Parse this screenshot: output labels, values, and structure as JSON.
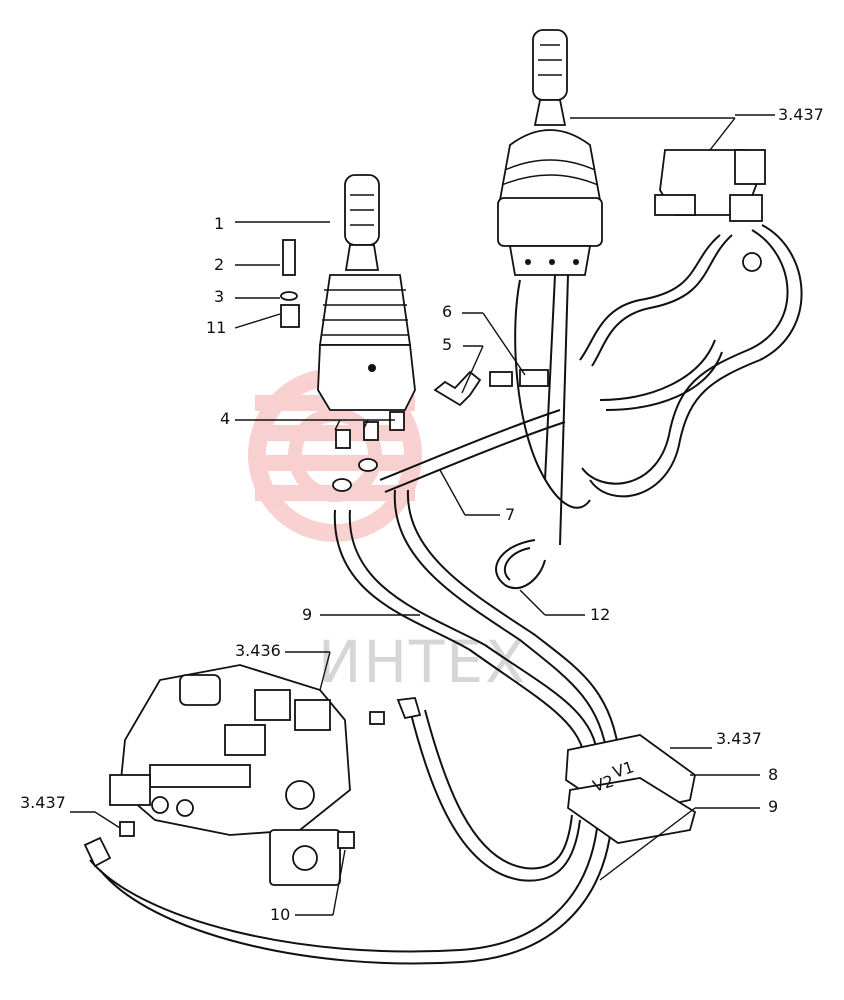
{
  "watermark": {
    "text": "ИНТЕХ",
    "color": "#f07a7a"
  },
  "callouts": [
    {
      "id": "c1",
      "text": "1"
    },
    {
      "id": "c2",
      "text": "2"
    },
    {
      "id": "c3",
      "text": "3"
    },
    {
      "id": "c11",
      "text": "11"
    },
    {
      "id": "c4",
      "text": "4"
    },
    {
      "id": "c5",
      "text": "5"
    },
    {
      "id": "c6",
      "text": "6"
    },
    {
      "id": "c7",
      "text": "7"
    },
    {
      "id": "c12",
      "text": "12"
    },
    {
      "id": "c9a",
      "text": "9"
    },
    {
      "id": "c3436",
      "text": "3.436"
    },
    {
      "id": "c3437top",
      "text": "3.437"
    },
    {
      "id": "c3437mid",
      "text": "3.437"
    },
    {
      "id": "c8",
      "text": "8"
    },
    {
      "id": "c9b",
      "text": "9"
    },
    {
      "id": "c3437left",
      "text": "3.437"
    },
    {
      "id": "c10",
      "text": "10"
    }
  ],
  "plate_labels": {
    "v1": "V1",
    "v2": "V2"
  }
}
